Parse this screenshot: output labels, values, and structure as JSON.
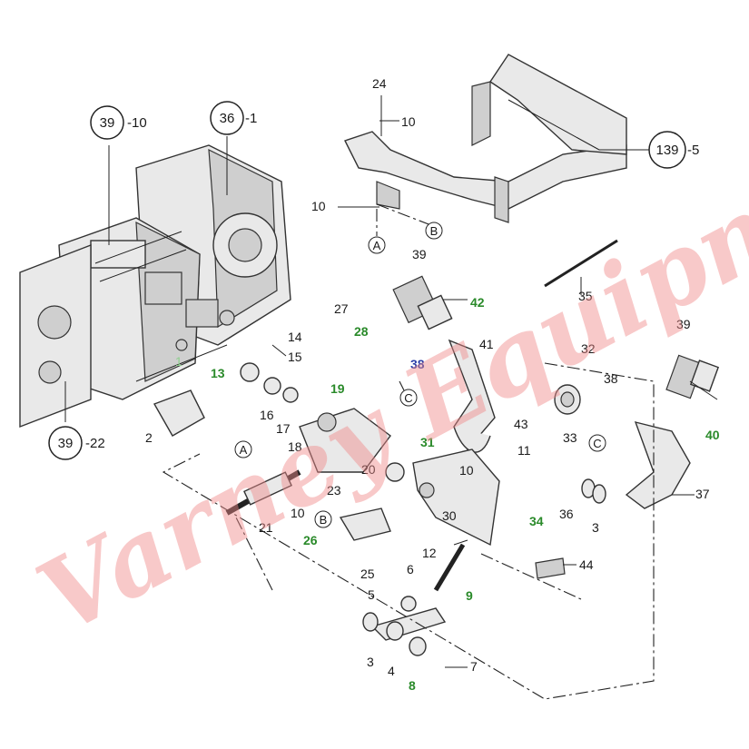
{
  "watermark": {
    "text": "Varney Equipment",
    "color": "#f08a8a"
  },
  "refs": [
    {
      "num": "39",
      "suffix": "-10"
    },
    {
      "num": "36",
      "suffix": "-1"
    },
    {
      "num": "139",
      "suffix": "-5"
    },
    {
      "num": "39",
      "suffix": "-22"
    }
  ],
  "markers": [
    "A",
    "B",
    "C",
    "A",
    "B",
    "C"
  ],
  "callouts": {
    "c1": "1",
    "c2": "2",
    "c3a": "3",
    "c3b": "3",
    "c4": "4",
    "c5": "5",
    "c6": "6",
    "c7": "7",
    "c8": "8",
    "c9": "9",
    "c10a": "10",
    "c10b": "10",
    "c10c": "10",
    "c10d": "10",
    "c11": "11",
    "c12": "12",
    "c13": "13",
    "c14": "14",
    "c15": "15",
    "c16": "16",
    "c17": "17",
    "c18": "18",
    "c19": "19",
    "c20": "20",
    "c21": "21",
    "c23": "23",
    "c24": "24",
    "c25": "25",
    "c26": "26",
    "c27": "27",
    "c28": "28",
    "c30": "30",
    "c31": "31",
    "c32": "32",
    "c33": "33",
    "c34": "34",
    "c35": "35",
    "c36": "36",
    "c37": "37",
    "c38a": "38",
    "c38b": "38",
    "c39a": "39",
    "c39b": "39",
    "c40": "40",
    "c41": "41",
    "c42": "42",
    "c43": "43",
    "c44": "44"
  },
  "colors": {
    "green_label": "#2a8a2a",
    "blue_label": "#2b3fa8",
    "light_green_label": "#8fd08f"
  }
}
